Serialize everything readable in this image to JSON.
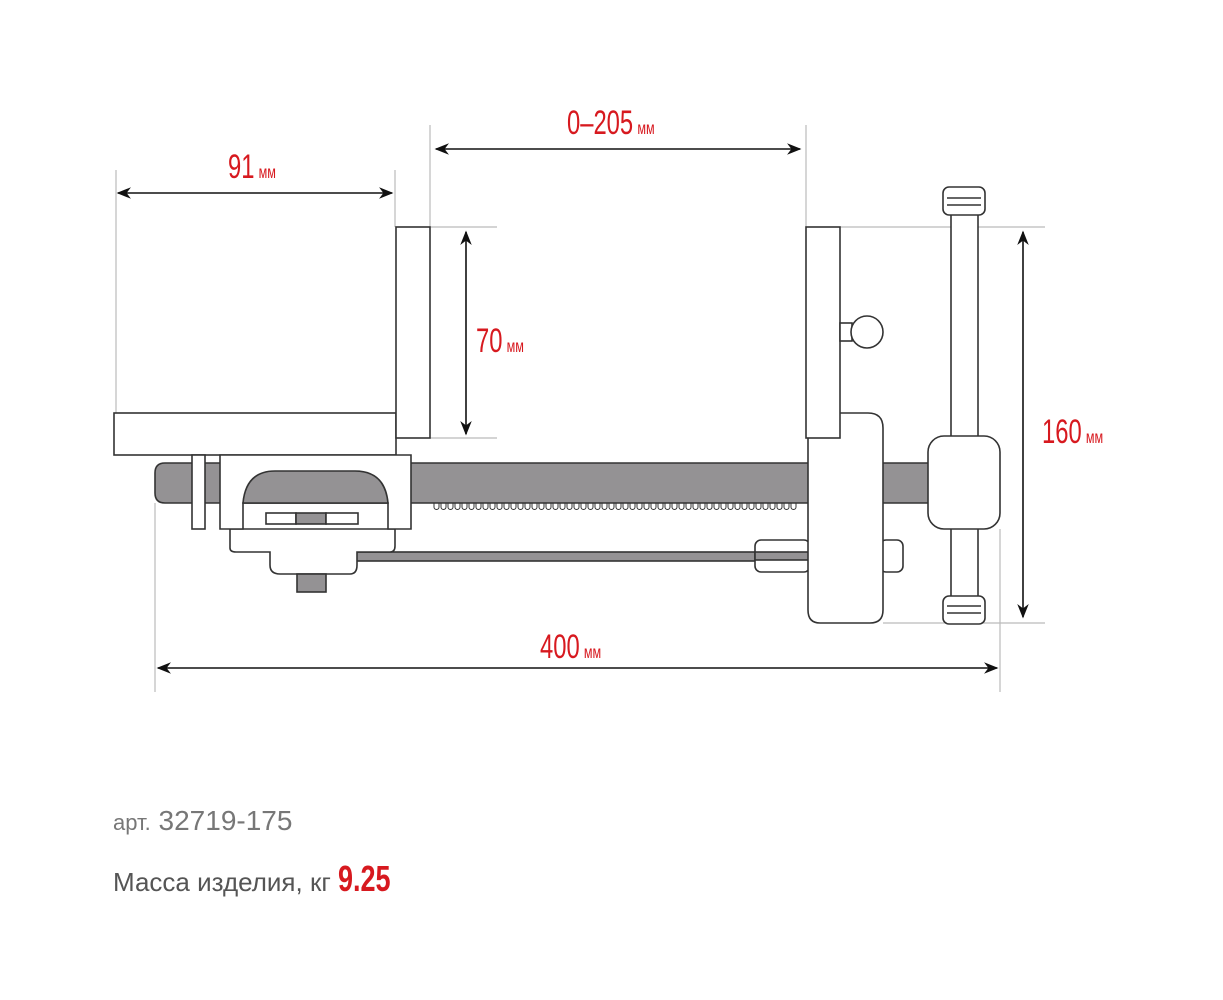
{
  "colors": {
    "accent": "#d7191f",
    "steel": "#949294",
    "outline": "#333333"
  },
  "dimensions": {
    "base_width": {
      "value": "91",
      "unit": "мм"
    },
    "jaw_opening": {
      "value": "0–205",
      "unit": "мм"
    },
    "jaw_height": {
      "value": "70",
      "unit": "мм"
    },
    "total_height": {
      "value": "160",
      "unit": "мм"
    },
    "total_length": {
      "value": "400",
      "unit": "мм"
    }
  },
  "article": {
    "label": "арт.",
    "value": "32719-175"
  },
  "mass": {
    "label": "Масса изделия, кг",
    "value": "9.25"
  }
}
